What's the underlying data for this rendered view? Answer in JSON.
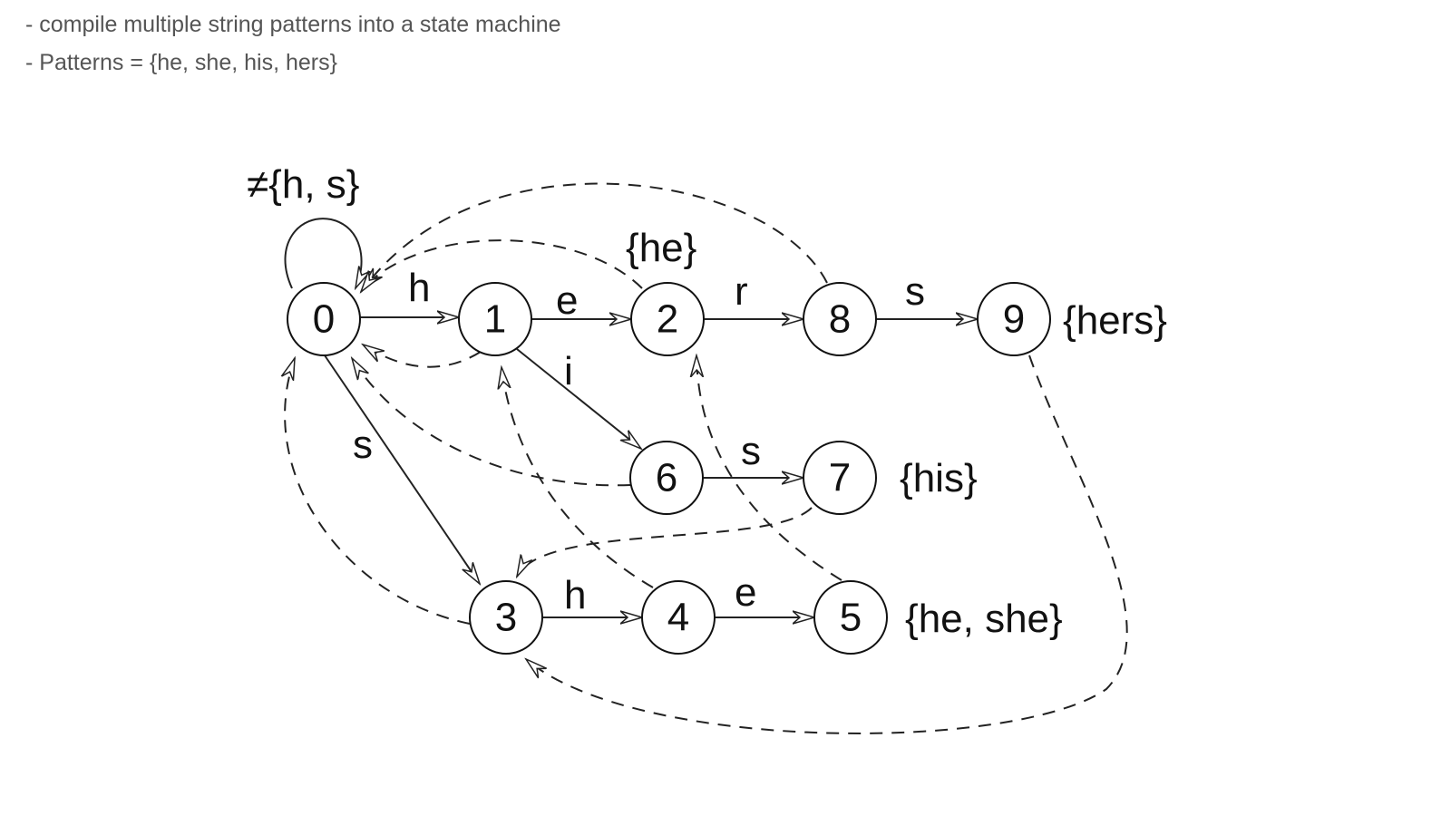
{
  "bullets": [
    "- compile multiple string patterns into a state machine",
    "- Patterns = {he, she, his, hers}"
  ],
  "diagram": {
    "states": [
      "0",
      "1",
      "2",
      "3",
      "4",
      "5",
      "6",
      "7",
      "8",
      "9"
    ],
    "self_loop_label": "≠{h, s}",
    "transitions": [
      {
        "from": "0",
        "to": "1",
        "label": "h"
      },
      {
        "from": "1",
        "to": "2",
        "label": "e"
      },
      {
        "from": "2",
        "to": "8",
        "label": "r"
      },
      {
        "from": "8",
        "to": "9",
        "label": "s"
      },
      {
        "from": "1",
        "to": "6",
        "label": "i"
      },
      {
        "from": "6",
        "to": "7",
        "label": "s"
      },
      {
        "from": "0",
        "to": "3",
        "label": "s"
      },
      {
        "from": "3",
        "to": "4",
        "label": "h"
      },
      {
        "from": "4",
        "to": "5",
        "label": "e"
      }
    ],
    "failure_links": [
      {
        "from": "1",
        "to": "0"
      },
      {
        "from": "2",
        "to": "0"
      },
      {
        "from": "8",
        "to": "0"
      },
      {
        "from": "6",
        "to": "0"
      },
      {
        "from": "3",
        "to": "0"
      },
      {
        "from": "4",
        "to": "1"
      },
      {
        "from": "5",
        "to": "2"
      },
      {
        "from": "7",
        "to": "3"
      },
      {
        "from": "9",
        "to": "3"
      }
    ],
    "outputs": {
      "2": "{he}",
      "9": "{hers}",
      "7": "{his}",
      "5": "{he, she}"
    }
  }
}
